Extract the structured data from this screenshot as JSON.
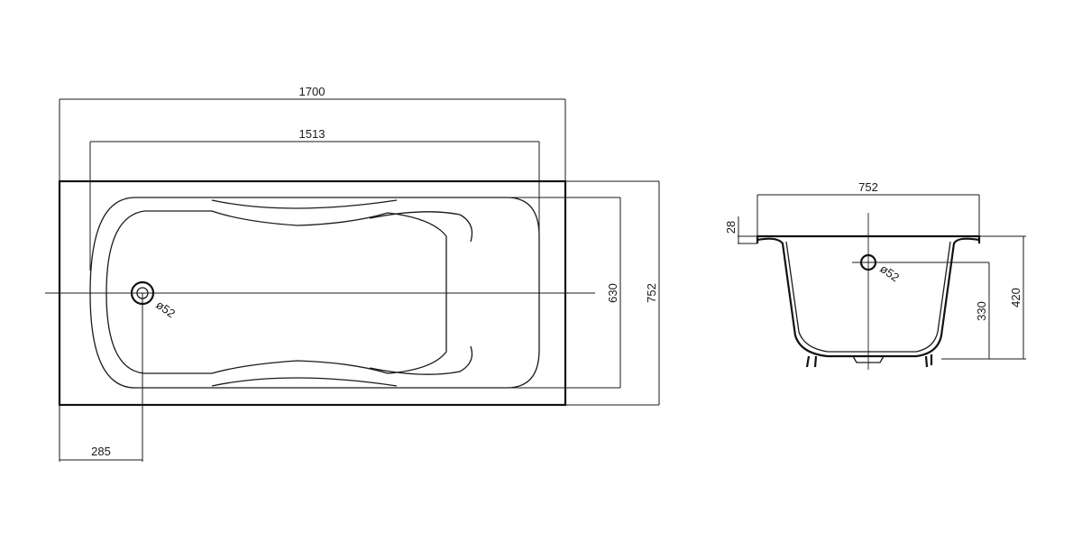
{
  "plan_view": {
    "outer_length": "1700",
    "inner_length": "1513",
    "inner_width": "630",
    "outer_width": "752",
    "drain_offset": "285",
    "drain_diameter": "ø52"
  },
  "side_view": {
    "outer_width": "752",
    "rim_thickness": "28",
    "drain_height": "330",
    "total_height": "420",
    "drain_diameter": "ø52"
  },
  "colors": {
    "line": "#1a1a1a",
    "background": "#ffffff"
  }
}
